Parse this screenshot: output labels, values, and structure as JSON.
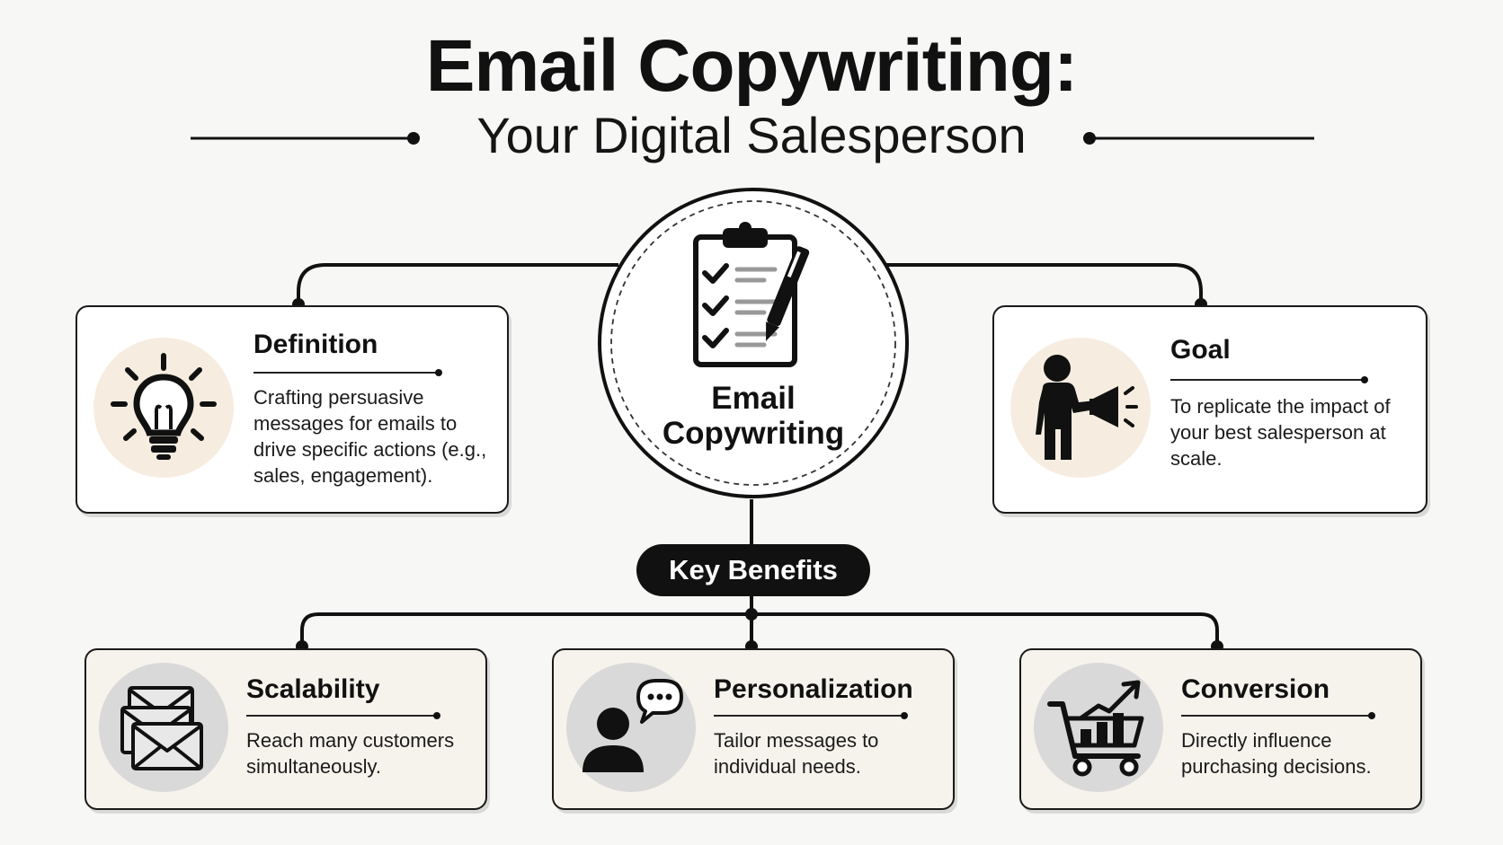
{
  "header": {
    "title": "Email Copywriting:",
    "subtitle": "Your Digital Salesperson"
  },
  "hub": {
    "label_line1": "Email",
    "label_line2": "Copywriting",
    "icon": "clipboard-checklist-pen-icon"
  },
  "definition": {
    "title": "Definition",
    "text": "Crafting persuasive messages for emails to drive specific actions (e.g., sales, engagement).",
    "icon": "lightbulb-icon"
  },
  "goal": {
    "title": "Goal",
    "text": "To replicate the impact of your best salesperson at scale.",
    "icon": "person-megaphone-icon"
  },
  "key_benefits": {
    "label": "Key Benefits"
  },
  "benefits": [
    {
      "title": "Scalability",
      "text": "Reach many customers simultaneously.",
      "icon": "stacked-envelopes-icon"
    },
    {
      "title": "Personalization",
      "text": "Tailor messages to individual needs.",
      "icon": "person-speech-bubble-icon"
    },
    {
      "title": "Conversion",
      "text": "Directly influence purchasing decisions.",
      "icon": "shopping-cart-growth-chart-icon"
    }
  ],
  "colors": {
    "background": "#f7f7f6",
    "ink": "#111111",
    "icon_disc_warm": "#f6ede0",
    "icon_disc_gray": "#d9d9d9",
    "benefit_card": "#f6f3ec"
  }
}
